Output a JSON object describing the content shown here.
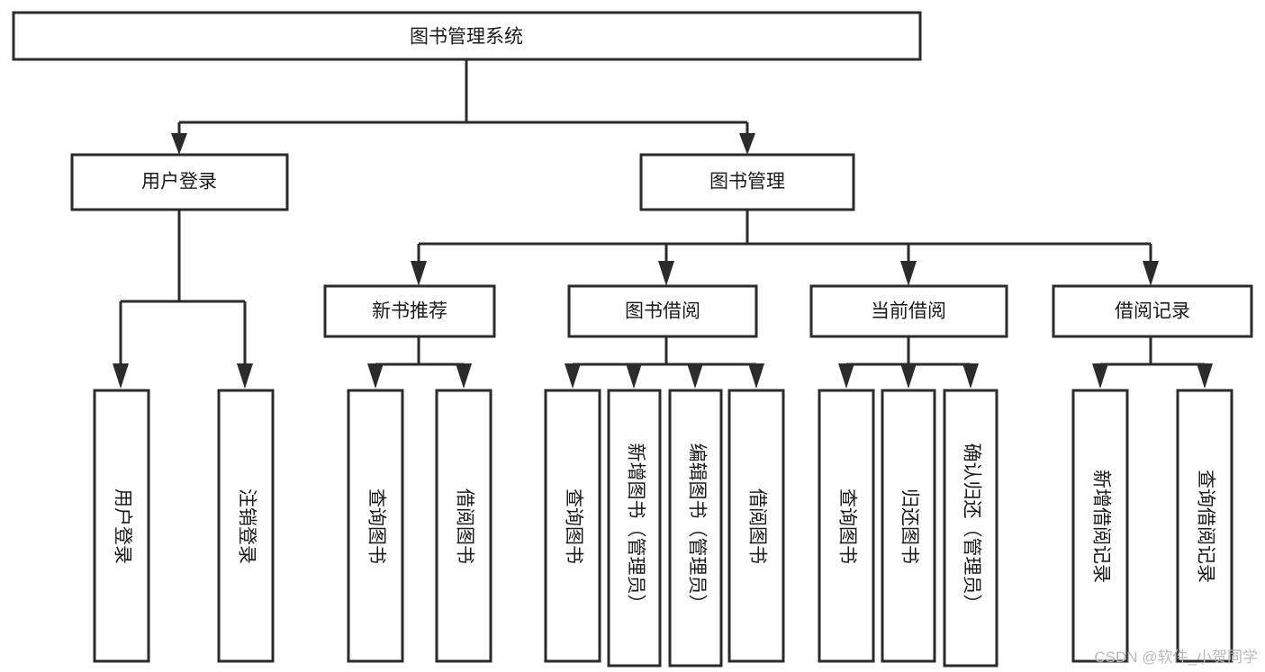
{
  "diagram": {
    "type": "tree",
    "title": "图书管理系统",
    "orientation": "top-down",
    "root": {
      "label": "图书管理系统"
    },
    "level2": [
      {
        "label": "用户登录"
      },
      {
        "label": "图书管理"
      }
    ],
    "level3": [
      {
        "label": "新书推荐"
      },
      {
        "label": "图书借阅"
      },
      {
        "label": "当前借阅"
      },
      {
        "label": "借阅记录"
      }
    ],
    "leaves": {
      "user_login": [
        {
          "label": "用户登录"
        },
        {
          "label": "注销登录"
        }
      ],
      "new_book_recommend": [
        {
          "label": "查询图书"
        },
        {
          "label": "借阅图书"
        }
      ],
      "book_borrow": [
        {
          "label": "查询图书"
        },
        {
          "label": "新增图书（管理员）"
        },
        {
          "label": "编辑图书（管理员）"
        },
        {
          "label": "借阅图书"
        }
      ],
      "current_borrow": [
        {
          "label": "查询图书"
        },
        {
          "label": "归还图书"
        },
        {
          "label": "确认归还（管理员）"
        }
      ],
      "borrow_record": [
        {
          "label": "新增借阅记录"
        },
        {
          "label": "查询借阅记录"
        }
      ]
    }
  },
  "watermark": {
    "text": "CSDN @软件_小贺同学"
  },
  "colors": {
    "stroke": "#2b2b2b",
    "fill": "#ffffff",
    "text": "#1a1a1a",
    "watermark": "#b9b9b9"
  }
}
